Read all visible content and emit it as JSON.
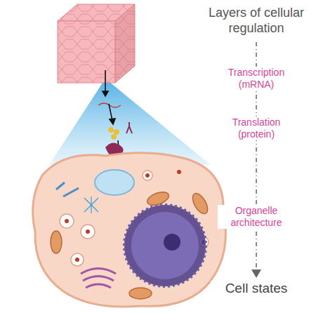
{
  "diagram": {
    "labels": [
      "Layers of cellular regulation",
      "Transcription (mRNA)",
      "Translation (protein)",
      "Organelle architecture",
      "Cell states"
    ]
  }
}
